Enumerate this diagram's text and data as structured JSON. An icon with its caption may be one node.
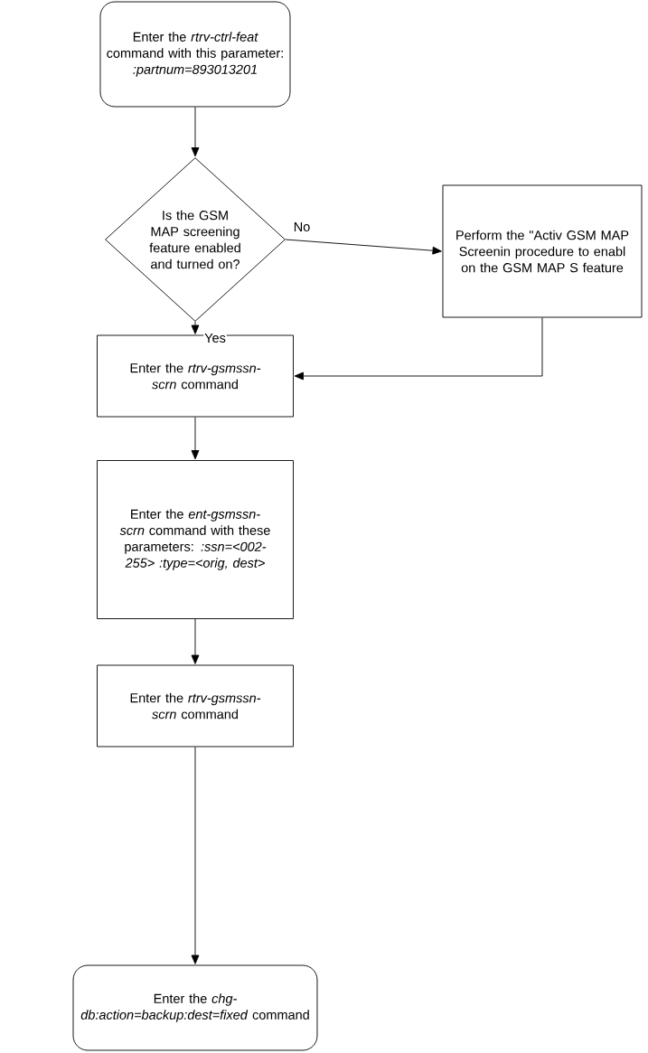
{
  "diagram": {
    "nodes": [
      {
        "text": [
          "Enter the *rtrv-ctrl-feat* command with this parameter: *:partnum=893013201*"
        ]
      },
      {
        "text": [
          "Is the GSM MAP screening feature enabled and turned on?"
        ]
      },
      {
        "text": [
          "Perform the \"Activ GSM MAP Screenin procedure to enabl on the GSM MAP S feature"
        ]
      },
      {
        "text": [
          "Enter the *rtrv-gsmssn-scrn* command"
        ]
      },
      {
        "text": [
          "Enter the *ent-gsmssn-scrn* command with these parameters: *:ssn=<002-255>* *:type=<orig, dest>*"
        ]
      },
      {
        "text": [
          "Enter the *rtrv-gsmssn-scrn* command"
        ]
      },
      {
        "text": [
          "Enter the *chg-db:action=backup:dest=fixed* command"
        ]
      }
    ],
    "edges": [
      {
        "from": 0,
        "to": 1,
        "arrow": "to"
      },
      {
        "from": 1,
        "to": 2,
        "arrow": "to",
        "label": "No"
      },
      {
        "from": 1,
        "to": 3,
        "arrow": "to",
        "label": "Yes"
      },
      {
        "from": 2,
        "to": 3,
        "arrow": "to"
      },
      {
        "from": 3,
        "to": 4,
        "arrow": "to"
      },
      {
        "from": 4,
        "to": 5,
        "arrow": "to"
      },
      {
        "from": 5,
        "to": 6,
        "arrow": "to"
      }
    ]
  }
}
